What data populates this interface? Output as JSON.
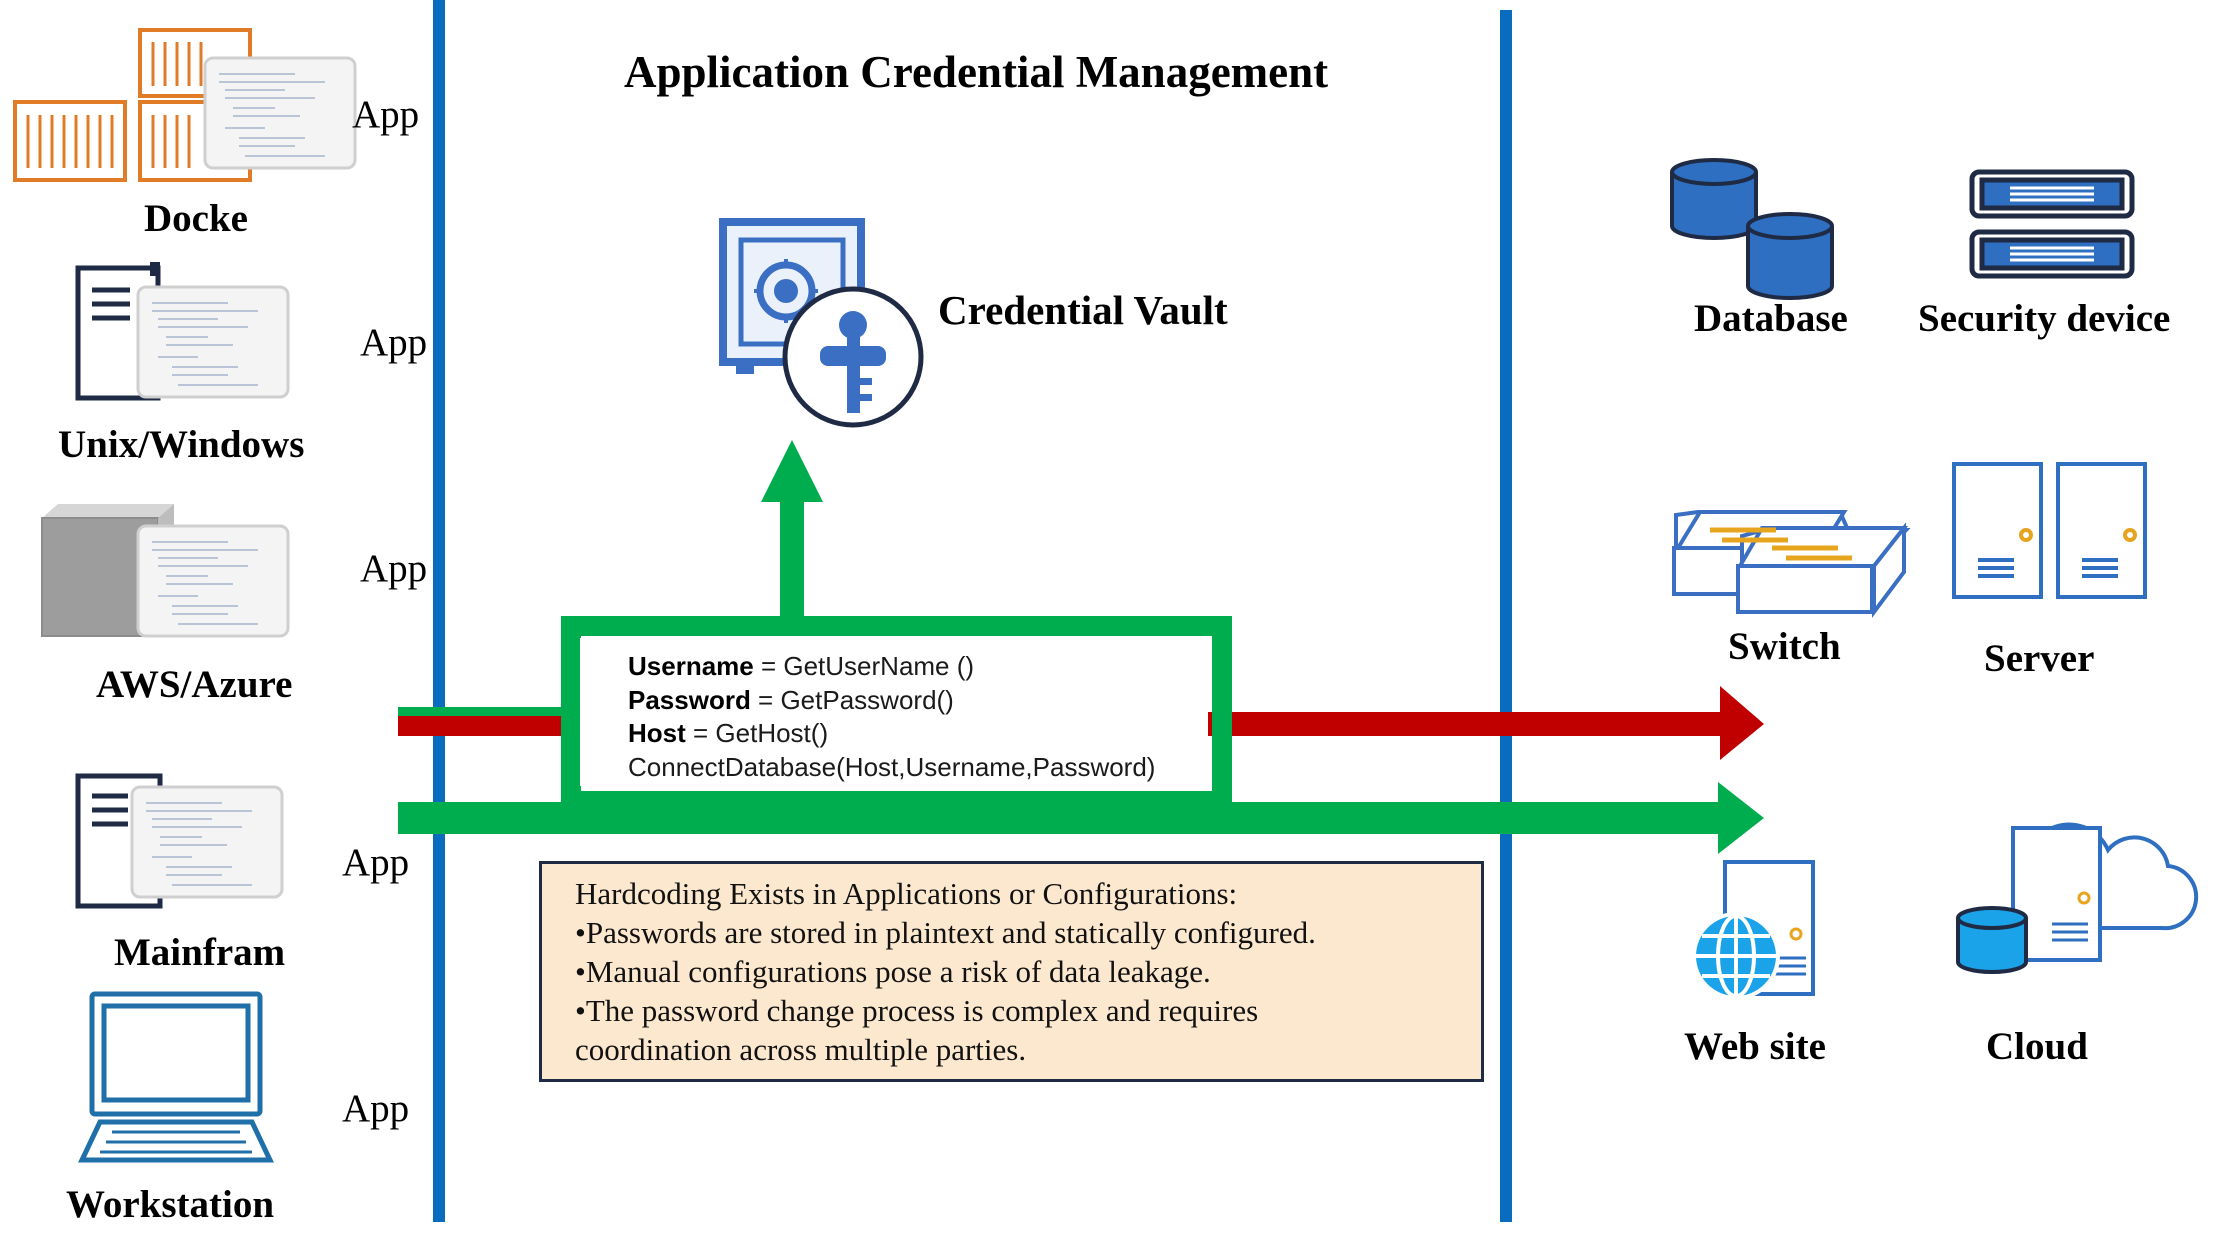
{
  "title": "Application Credential Management",
  "vault": {
    "label": "Credential Vault",
    "icon": "safe-with-key-icon"
  },
  "sources": [
    {
      "name": "Docke",
      "icon": "docker-containers-icon",
      "app": "App"
    },
    {
      "name": "Unix/Windows",
      "icon": "server-document-icon",
      "app": "App"
    },
    {
      "name": "AWS/Azure",
      "icon": "cloud-box-icon",
      "app": "App"
    },
    {
      "name": "Mainfram",
      "icon": "mainframe-icon",
      "app": "App"
    },
    {
      "name": "Workstation",
      "icon": "workstation-computer-icon",
      "app": "App"
    }
  ],
  "targets": [
    {
      "name": "Database",
      "icon": "database-icon"
    },
    {
      "name": "Security device",
      "icon": "security-device-icon"
    },
    {
      "name": "Switch",
      "icon": "network-switch-icon"
    },
    {
      "name": "Server",
      "icon": "server-icon"
    },
    {
      "name": "Web site",
      "icon": "web-site-icon"
    },
    {
      "name": "Cloud",
      "icon": "cloud-icon"
    }
  ],
  "code": {
    "line1_key": "Username",
    "line1_rest": " = GetUserName  ()",
    "line2_key": "Password",
    "line2_rest": " = GetPassword()",
    "line3_key": "Host",
    "line3_rest": " = GetHost()",
    "line4": "ConnectDatabase(Host,Username,Password)"
  },
  "note": {
    "heading": "Hardcoding Exists in Applications or Configurations:",
    "bullet1": "•Passwords are stored in plaintext and statically configured.",
    "bullet2": "•Manual configurations pose a risk of data leakage.",
    "bullet3a": "•The password change process is complex and requires",
    "bullet3b": "coordination across multiple parties."
  },
  "colors": {
    "divider": "#0a6cbf",
    "green_arrow": "#00ad4e",
    "red_arrow": "#c00000",
    "orange_icon": "#e07b28",
    "blue_icon": "#2e6fc2",
    "note_bg": "#fce8cf"
  }
}
